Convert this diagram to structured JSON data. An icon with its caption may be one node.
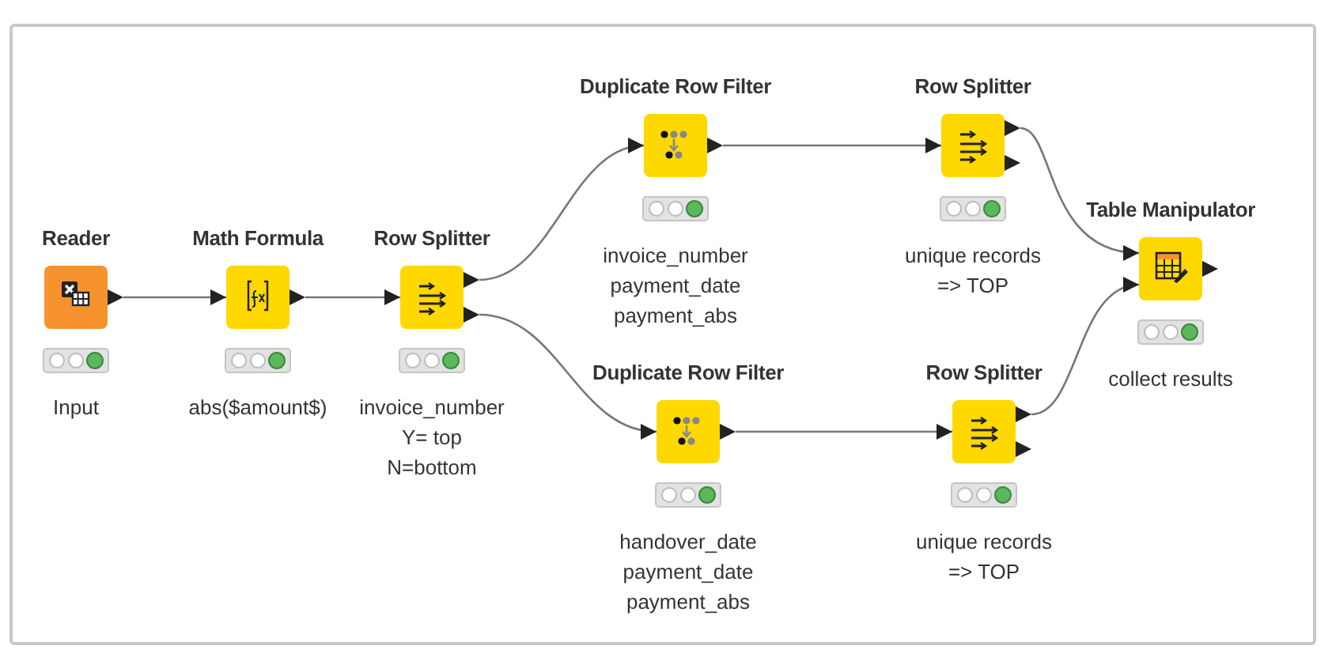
{
  "diagram": {
    "nodes": [
      {
        "text": [
          "Reader"
        ],
        "beside": [
          "Input"
        ]
      },
      {
        "text": [
          "Math Formula"
        ],
        "beside": [
          "abs($amount$)"
        ]
      },
      {
        "text": [
          "Row Splitter"
        ],
        "beside": [
          "invoice_number Y= top N=bottom"
        ]
      },
      {
        "text": [
          "Duplicate Row Filter"
        ],
        "beside": [
          "invoice_number payment_date payment_abs"
        ]
      },
      {
        "text": [
          "Duplicate Row Filter"
        ],
        "beside": [
          "handover_date payment_date payment_abs"
        ]
      },
      {
        "text": [
          "Row Splitter"
        ],
        "beside": [
          "unique records => TOP"
        ]
      },
      {
        "text": [
          "Row Splitter"
        ],
        "beside": [
          "unique records => TOP"
        ]
      },
      {
        "text": [
          "Table Manipulator"
        ],
        "beside": [
          "collect results"
        ]
      }
    ],
    "edges": [
      {
        "from": 0,
        "to": 1,
        "arrow": "to"
      },
      {
        "from": 1,
        "to": 2,
        "arrow": "to"
      },
      {
        "from": 2,
        "to": 3,
        "arrow": "to"
      },
      {
        "from": 2,
        "to": 4,
        "arrow": "to"
      },
      {
        "from": 3,
        "to": 5,
        "arrow": "to"
      },
      {
        "from": 4,
        "to": 6,
        "arrow": "to"
      },
      {
        "from": 5,
        "to": 7,
        "arrow": "to"
      },
      {
        "from": 6,
        "to": 7,
        "arrow": "to"
      }
    ]
  }
}
